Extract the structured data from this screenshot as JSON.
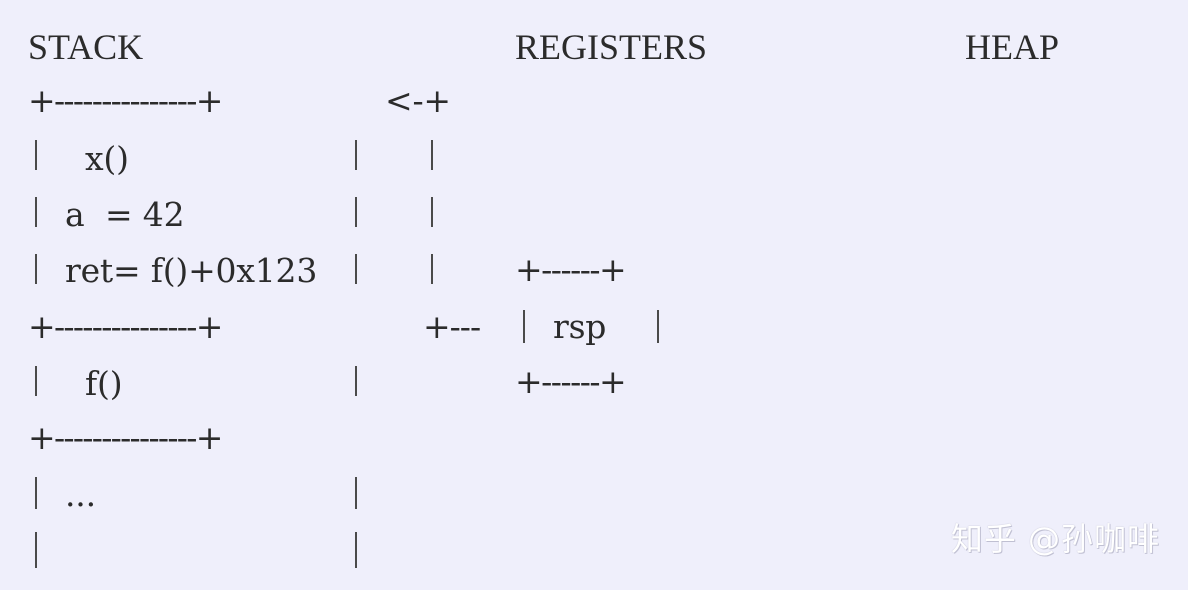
{
  "headers": {
    "stack": "STACK",
    "registers": "REGISTERS",
    "heap": "HEAP"
  },
  "stack": {
    "top_border": "+---------------+",
    "pointer_arrow": "<-+",
    "frame_x": {
      "name": "x()",
      "local": "a  = 42",
      "ret": "ret= f()+0x123"
    },
    "mid_border": "+---------------+",
    "frame_f": {
      "name": "f()"
    },
    "lower_border": "+---------------+",
    "ellipsis": "..."
  },
  "registers": {
    "box_top": "+------+",
    "rsp_label": "rsp",
    "box_bottom": "+------+",
    "connector": "+---"
  },
  "watermark": "知乎 @孙咖啡",
  "colors": {
    "background": "#efeffb",
    "text": "#2b2b2b"
  }
}
